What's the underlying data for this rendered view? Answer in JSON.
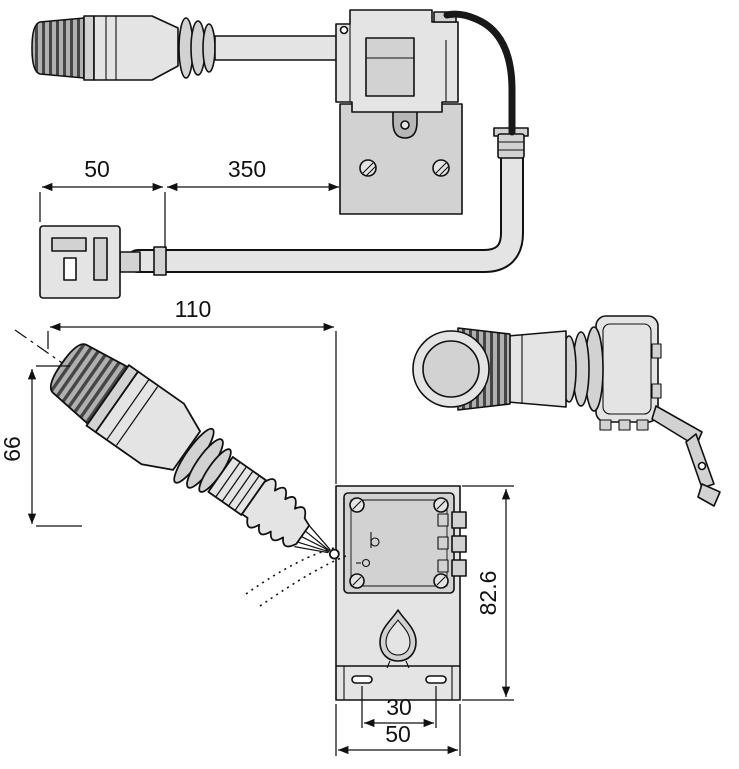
{
  "colors": {
    "line": "#111111",
    "light": "#e4e4e4",
    "mid": "#d2d2d2",
    "dark": "#b7b7b7",
    "knurl-base": "#b0b0b0",
    "knurl-stripe": "#454545",
    "cable": "#181818",
    "bg": "#ffffff"
  },
  "dimensions": {
    "connector_offset": "50",
    "cable_length": "350",
    "lever_length": "110",
    "lever_tip_height": "66",
    "bracket_height": "82.6",
    "slot_spacing": "30",
    "bracket_width": "50"
  }
}
